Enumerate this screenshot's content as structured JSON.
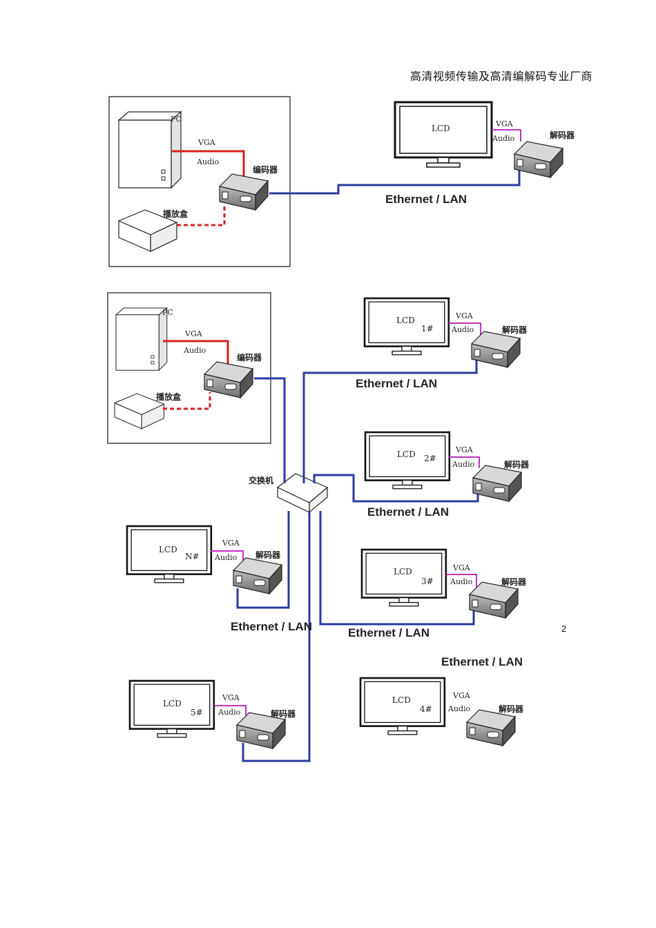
{
  "header": {
    "title": "高清视频传输及高清编解码专业厂商"
  },
  "page_number": "2",
  "labels": {
    "pc": "PC",
    "vga": "VGA",
    "audio": "Audio",
    "encoder": "编码器",
    "decoder": "解码器",
    "player_box": "播放盒",
    "switch": "交换机",
    "ethernet": "Ethernet / LAN",
    "lcd": "LCD"
  },
  "lcd_ids": [
    "1#",
    "2#",
    "3#",
    "4#",
    "5#",
    "N#"
  ],
  "colors": {
    "video_line": "#d42020",
    "lan_line": "#2a3aa0",
    "vga_line": "#c030c0"
  }
}
